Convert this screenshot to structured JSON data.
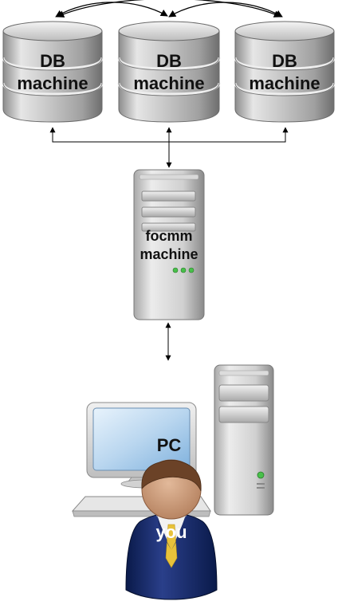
{
  "db_machines": [
    {
      "line1": "DB",
      "line2": "machine"
    },
    {
      "line1": "DB",
      "line2": "machine"
    },
    {
      "line1": "DB",
      "line2": "machine"
    }
  ],
  "server": {
    "line1": "focmm",
    "line2": "machine"
  },
  "pc": {
    "label": "PC"
  },
  "user": {
    "label": "you"
  }
}
